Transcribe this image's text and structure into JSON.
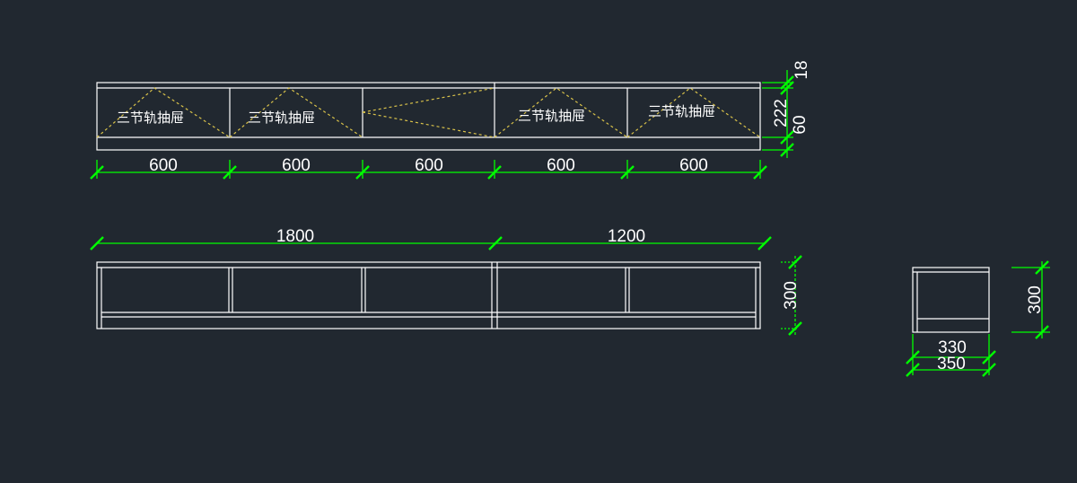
{
  "colors": {
    "background": "#212830",
    "lines": "#ffffff",
    "dimension": "#00ff00",
    "hidden_lines": "#d9c24a"
  },
  "front_view": {
    "drawer_labels": [
      "三节轨抽屉",
      "三节轨抽屉",
      "三节轨抽屉",
      "三节轨抽屉"
    ],
    "dims": [
      "600",
      "600",
      "600",
      "600",
      "600"
    ],
    "height_dims": [
      "18",
      "222",
      "60"
    ]
  },
  "plan_view": {
    "dims": [
      "1800",
      "1200"
    ],
    "height_dim": "300"
  },
  "side_view": {
    "height_dim": "300",
    "inner_width_dim": "330",
    "outer_width_dim": "350"
  }
}
